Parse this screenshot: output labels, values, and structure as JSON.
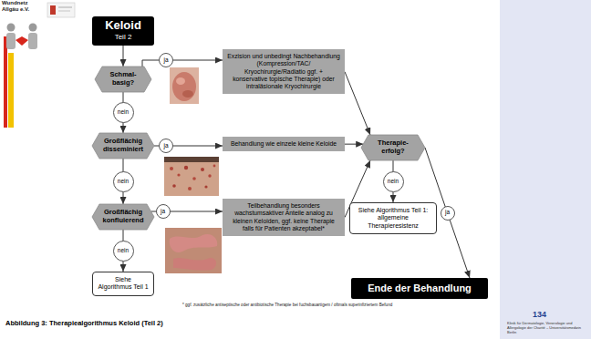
{
  "diagram": {
    "caption": "Abbildung 3: Therapiealgorithmus Keloid (Teil 2)",
    "nodes": [
      {
        "text": [
          "Keloid",
          "Teil 2"
        ]
      },
      {
        "text": [
          "Schmal- basig?"
        ]
      },
      {
        "text": [
          "Exzision und unbedingt Nachbehandlung (Kompression/TAC/ Kryochirurgie/Radiatio ggf. + konservative topische Therapie) oder intraläsionale Kryochirurgie"
        ]
      },
      {
        "text": [
          "Großflächig disseminiert"
        ]
      },
      {
        "text": [
          "Behandlung wie einzele kleine Keloide"
        ]
      },
      {
        "text": [
          "Therapie- erfolg?"
        ]
      },
      {
        "text": [
          "Großflächig konfluierend"
        ]
      },
      {
        "text": [
          "Teilbehandlung besonders wachstumsaktiver Anteile analog zu kleinen Keloiden, ggf. keine Therapie falls für Patienten akzeptabel*"
        ]
      },
      {
        "text": [
          "Siehe Algorithmus Teil 1: allgemeine Therapieresistenz"
        ]
      },
      {
        "text": [
          "Siehe Algorithmus Teil 1"
        ]
      },
      {
        "text": [
          "Ende der Behandlung"
        ]
      }
    ],
    "edges": [
      {
        "from": 0,
        "to": 1,
        "arrow": "to"
      },
      {
        "from": 1,
        "to": 2,
        "label": "ja",
        "arrow": "to"
      },
      {
        "from": 1,
        "to": 3,
        "label": "nein",
        "arrow": "to"
      },
      {
        "from": 3,
        "to": 4,
        "label": "ja",
        "arrow": "to"
      },
      {
        "from": 3,
        "to": 6,
        "label": "nein",
        "arrow": "to"
      },
      {
        "from": 6,
        "to": 7,
        "label": "ja",
        "arrow": "to"
      },
      {
        "from": 6,
        "to": 9,
        "label": "nein",
        "arrow": "to"
      },
      {
        "from": 2,
        "to": 5,
        "arrow": "to"
      },
      {
        "from": 4,
        "to": 5,
        "arrow": "to"
      },
      {
        "from": 7,
        "to": 5,
        "arrow": "to"
      },
      {
        "from": 5,
        "to": 8,
        "label": "nein",
        "arrow": "to"
      },
      {
        "from": 5,
        "to": 10,
        "label": "ja",
        "arrow": "to"
      }
    ],
    "labels": [
      "Wundnetz Allgäu e.V.",
      "* ggf. zusätzliche antiseptische oder antibiotische Therapie bei fuchsbauartigem / oftmals superinfiziertem Befund",
      "134",
      "Klinik für Dermatologie, Venerologie und Allergologie der Charité – Universitätsmedizin Berlin"
    ]
  }
}
